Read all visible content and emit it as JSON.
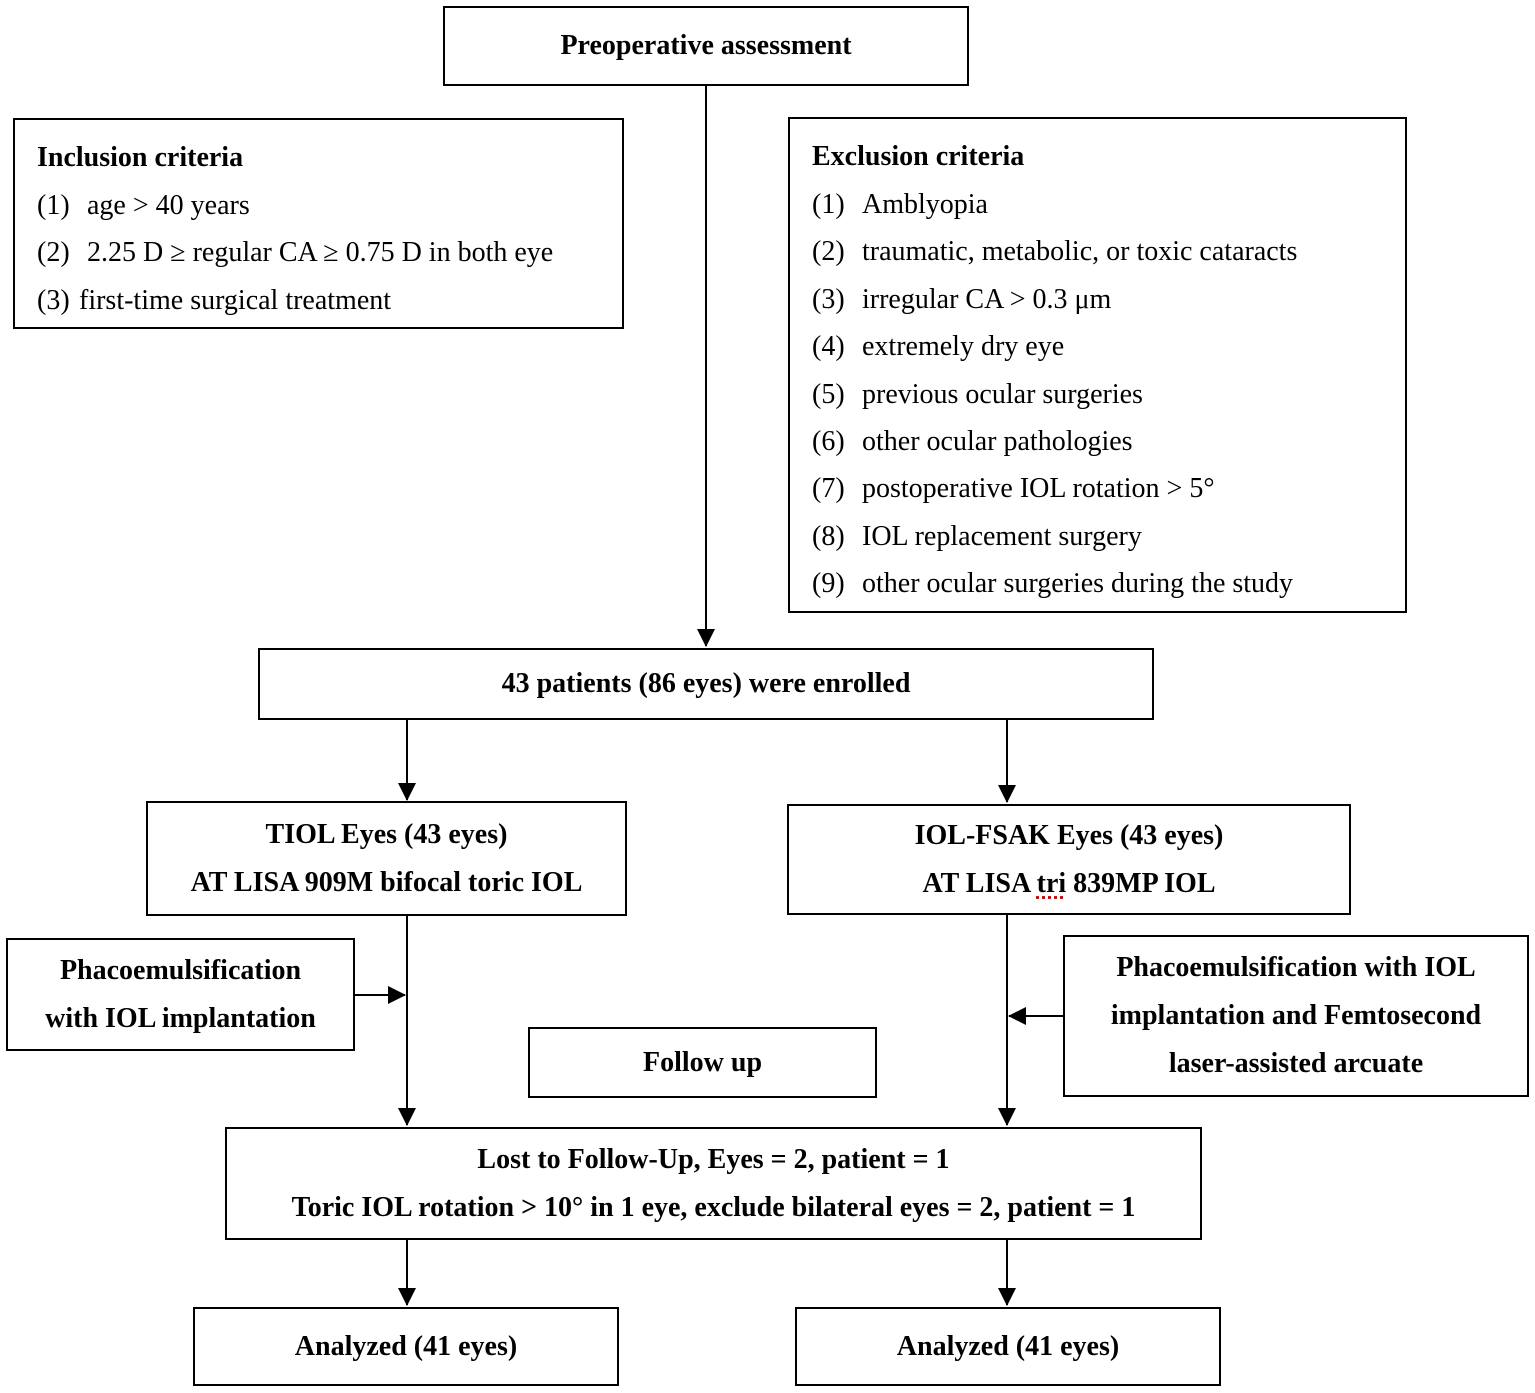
{
  "title_box": "Preoperative assessment",
  "inclusion": {
    "heading": "Inclusion criteria",
    "items": [
      {
        "num": "(1)",
        "text": "age > 40 years"
      },
      {
        "num": "(2)",
        "text": "2.25 D ≥ regular CA ≥ 0.75 D in both eye"
      },
      {
        "num": "(3)",
        "text": "first-time surgical treatment"
      }
    ]
  },
  "exclusion": {
    "heading": "Exclusion criteria",
    "items": [
      {
        "num": "(1)",
        "text": "Amblyopia"
      },
      {
        "num": "(2)",
        "text": "traumatic, metabolic, or toxic cataracts"
      },
      {
        "num": "(3)",
        "text": "irregular CA > 0.3 μm"
      },
      {
        "num": "(4)",
        "text": "extremely dry eye"
      },
      {
        "num": "(5)",
        "text": "previous ocular surgeries"
      },
      {
        "num": "(6)",
        "text": "other ocular pathologies"
      },
      {
        "num": "(7)",
        "text": "postoperative IOL rotation > 5°"
      },
      {
        "num": "(8)",
        "text": "IOL replacement surgery"
      },
      {
        "num": "(9)",
        "text": "other ocular surgeries during the study"
      }
    ]
  },
  "enrolled": "43 patients (86 eyes) were enrolled",
  "tiol": {
    "line1": "TIOL Eyes (43 eyes)",
    "line2": "AT LISA 909M bifocal toric IOL"
  },
  "fsak": {
    "line1": "IOL-FSAK Eyes (43 eyes)",
    "line2_a": "AT LISA ",
    "line2_b": "tri",
    "line2_c": " 839MP IOL"
  },
  "phaco_left": {
    "line1": "Phacoemulsification",
    "line2": "with IOL implantation"
  },
  "phaco_right": {
    "line1": "Phacoemulsification with IOL",
    "line2": "implantation and Femtosecond",
    "line3": "laser-assisted arcuate"
  },
  "follow_up": "Follow up",
  "lost": {
    "line1": "Lost to Follow-Up, Eyes = 2, patient = 1",
    "line2": "Toric IOL rotation > 10° in 1 eye, exclude bilateral eyes = 2, patient = 1"
  },
  "analyzed_left": "Analyzed (41 eyes)",
  "analyzed_right": "Analyzed (41 eyes)"
}
